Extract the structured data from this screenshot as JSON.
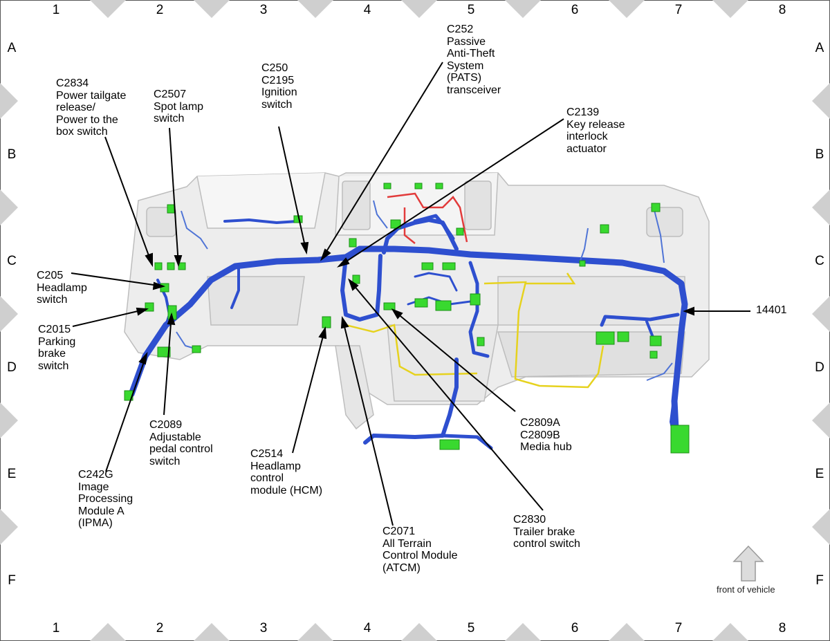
{
  "grid": {
    "columns": [
      "1",
      "2",
      "3",
      "4",
      "5",
      "6",
      "7",
      "8"
    ],
    "rows": [
      "A",
      "B",
      "C",
      "D",
      "E",
      "F"
    ]
  },
  "callouts": [
    {
      "id": "c2834",
      "lines": [
        "C2834",
        "Power tailgate",
        "release/",
        "Power to the",
        "box switch"
      ]
    },
    {
      "id": "c2507",
      "lines": [
        "C2507",
        "Spot lamp",
        "switch"
      ]
    },
    {
      "id": "c250",
      "lines": [
        "C250",
        "C2195",
        "Ignition",
        "switch"
      ]
    },
    {
      "id": "c252",
      "lines": [
        "C252",
        "Passive",
        "Anti-Theft",
        "System",
        "(PATS)",
        "transceiver"
      ]
    },
    {
      "id": "c2139",
      "lines": [
        "C2139",
        "Key release",
        "interlock",
        "actuator"
      ]
    },
    {
      "id": "c205",
      "lines": [
        "C205",
        "Headlamp",
        "switch"
      ]
    },
    {
      "id": "c2015",
      "lines": [
        "C2015",
        "Parking",
        "brake",
        "switch"
      ]
    },
    {
      "id": "h14401",
      "lines": [
        "14401"
      ]
    },
    {
      "id": "c2089",
      "lines": [
        "C2089",
        "Adjustable",
        "pedal control",
        "switch"
      ]
    },
    {
      "id": "c242g",
      "lines": [
        "C242G",
        "Image",
        "Processing",
        "Module A",
        "(IPMA)"
      ]
    },
    {
      "id": "c2514",
      "lines": [
        "C2514",
        "Headlamp",
        "control",
        "module (HCM)"
      ]
    },
    {
      "id": "c2071",
      "lines": [
        "C2071",
        "All Terrain",
        "Control Module",
        "(ATCM)"
      ]
    },
    {
      "id": "c2809",
      "lines": [
        "C2809A",
        "C2809B",
        "Media hub"
      ]
    },
    {
      "id": "c2830",
      "lines": [
        "C2830",
        "Trailer brake",
        "control switch"
      ]
    }
  ],
  "orientation": {
    "label": "front of vehicle",
    "icon": "up-arrow-icon"
  },
  "colors": {
    "harness_blue": "#2e4fcf",
    "connector_green": "#39d92f",
    "wire_yellow": "#e6d21e",
    "wire_red": "#e23b3b",
    "dash_gray": "#d9d9d9"
  }
}
